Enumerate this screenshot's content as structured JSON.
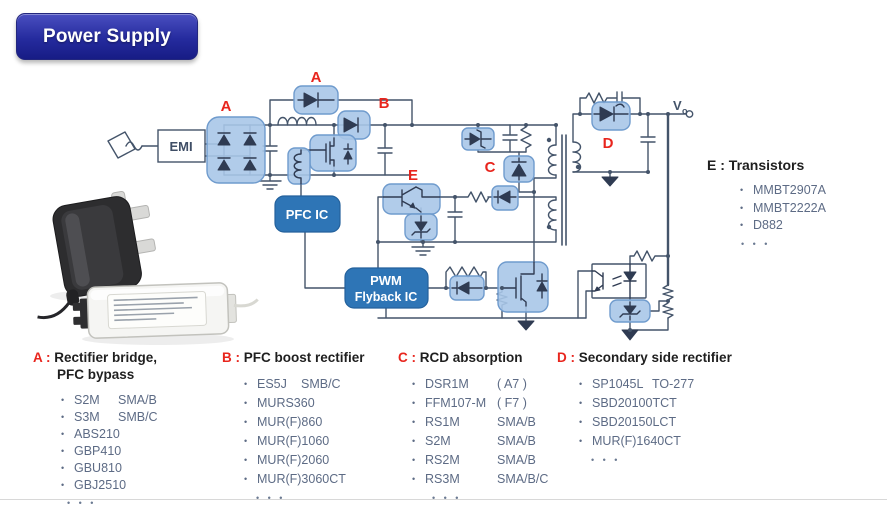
{
  "title": {
    "label": "Power Supply"
  },
  "sep": " : ",
  "bullet": "•",
  "more": "• • •",
  "schematic": {
    "emi": "EMI",
    "pfc_ic": "PFC IC",
    "pwm_line1": "PWM",
    "pwm_line2": "Flyback IC",
    "vout": "V",
    "vout_sub": "o",
    "labels": {
      "bypass": "A",
      "bridge": "A",
      "boost": "B",
      "rcd": "C",
      "secondary": "D",
      "transistor": "E"
    }
  },
  "sections": {
    "a": {
      "letter": "A",
      "title": "Rectifier bridge,",
      "title2": "PFC bypass",
      "items": [
        {
          "p": "S2M",
          "s": "SMA/B"
        },
        {
          "p": "S3M",
          "s": "SMB/C"
        },
        {
          "p": "ABS210",
          "s": ""
        },
        {
          "p": "GBP410",
          "s": ""
        },
        {
          "p": "GBU810",
          "s": ""
        },
        {
          "p": "GBJ2510",
          "s": ""
        }
      ]
    },
    "b": {
      "letter": "B",
      "title": "PFC boost rectifier",
      "items": [
        {
          "p": "ES5J",
          "s": "SMB/C"
        },
        {
          "p": "MURS360",
          "s": ""
        },
        {
          "p": "MUR(F)860",
          "s": ""
        },
        {
          "p": "MUR(F)1060",
          "s": ""
        },
        {
          "p": "MUR(F)2060",
          "s": ""
        },
        {
          "p": "MUR(F)3060CT",
          "s": ""
        }
      ]
    },
    "c": {
      "letter": "C",
      "title": "RCD absorption",
      "items": [
        {
          "p": "DSR1M",
          "s": "( A7 )"
        },
        {
          "p": "FFM107-M",
          "s": "( F7 )"
        },
        {
          "p": "RS1M",
          "s": "SMA/B"
        },
        {
          "p": "S2M",
          "s": "SMA/B"
        },
        {
          "p": "RS2M",
          "s": "SMA/B"
        },
        {
          "p": "RS3M",
          "s": "SMA/B/C"
        }
      ]
    },
    "d": {
      "letter": "D",
      "title": "Secondary side rectifier",
      "items": [
        {
          "p": "SP1045L",
          "s": "TO-277"
        },
        {
          "p": "SBD20100TCT",
          "s": ""
        },
        {
          "p": "SBD20150LCT",
          "s": ""
        },
        {
          "p": "MUR(F)1640CT",
          "s": ""
        }
      ]
    },
    "e": {
      "letter": "E",
      "title": "Transistors",
      "items": [
        {
          "p": "MMBT2907A",
          "s": ""
        },
        {
          "p": "MMBT2222A",
          "s": ""
        },
        {
          "p": "D882",
          "s": ""
        }
      ]
    }
  }
}
